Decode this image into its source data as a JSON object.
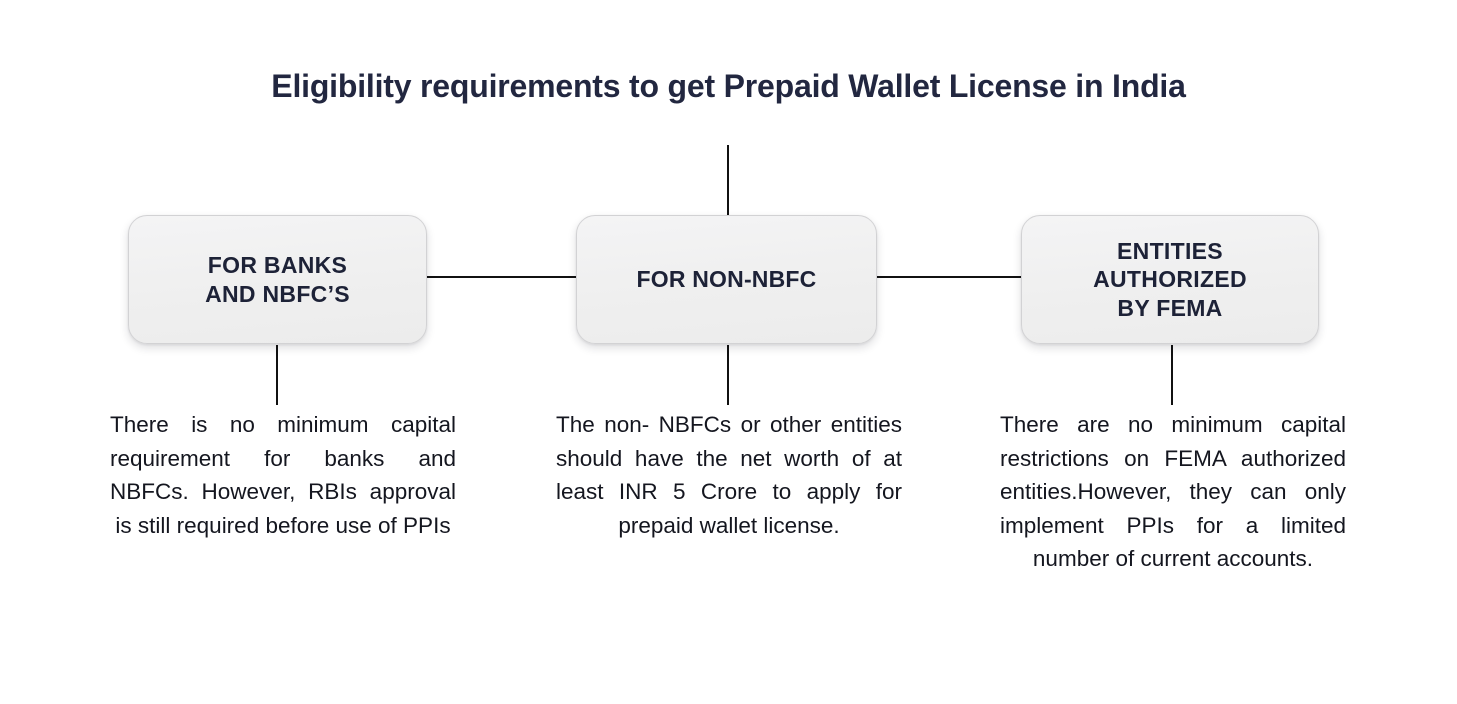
{
  "diagram": {
    "title": "Eligibility requirements to get Prepaid Wallet License in India",
    "nodes": [
      {
        "id": "banks",
        "label": "FOR BANKS\nAND NBFC’S",
        "caption": "There is no minimum capital requirement for banks and NBFCs. However, RBIs approval is still required before use of PPIs"
      },
      {
        "id": "non-nbfc",
        "label": "FOR NON-NBFC",
        "caption": "The non- NBFCs or other entities should have the net worth of at least INR 5 Crore to apply for prepaid wallet license."
      },
      {
        "id": "fema",
        "label": "ENTITIES\nAUTHORIZED\nBY FEMA",
        "caption": "There are no minimum capital restrictions on FEMA authorized entities.However, they can only implement PPIs for a limited number of current accounts."
      }
    ],
    "colors": {
      "background": "#ffffff",
      "title_text": "#222740",
      "box_text": "#1d2237",
      "caption_text": "#14161f",
      "box_fill": "#f0f0f0",
      "box_border": "#d2d2d4",
      "connector": "#111111"
    }
  }
}
